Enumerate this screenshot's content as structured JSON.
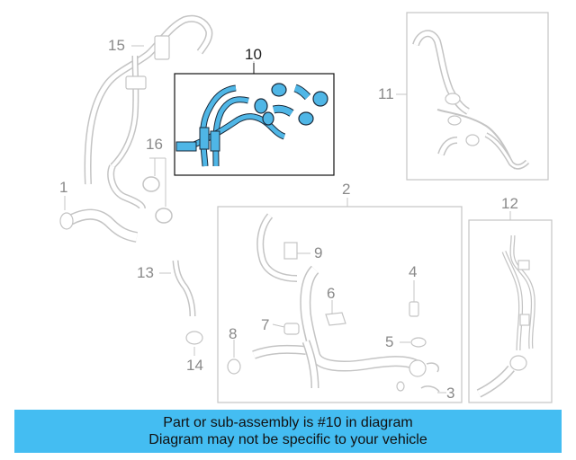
{
  "diagram": {
    "callouts": [
      "1",
      "2",
      "3",
      "4",
      "5",
      "6",
      "7",
      "8",
      "9",
      "10",
      "11",
      "12",
      "13",
      "14",
      "15",
      "16"
    ],
    "highlight_color": "#4fb6e6",
    "callout_color": "#8a8a8a"
  },
  "footer": {
    "line1": "Part or sub-assembly is #10 in diagram",
    "line2": "Diagram may not be specific to your vehicle",
    "background": "#44bdf2"
  }
}
